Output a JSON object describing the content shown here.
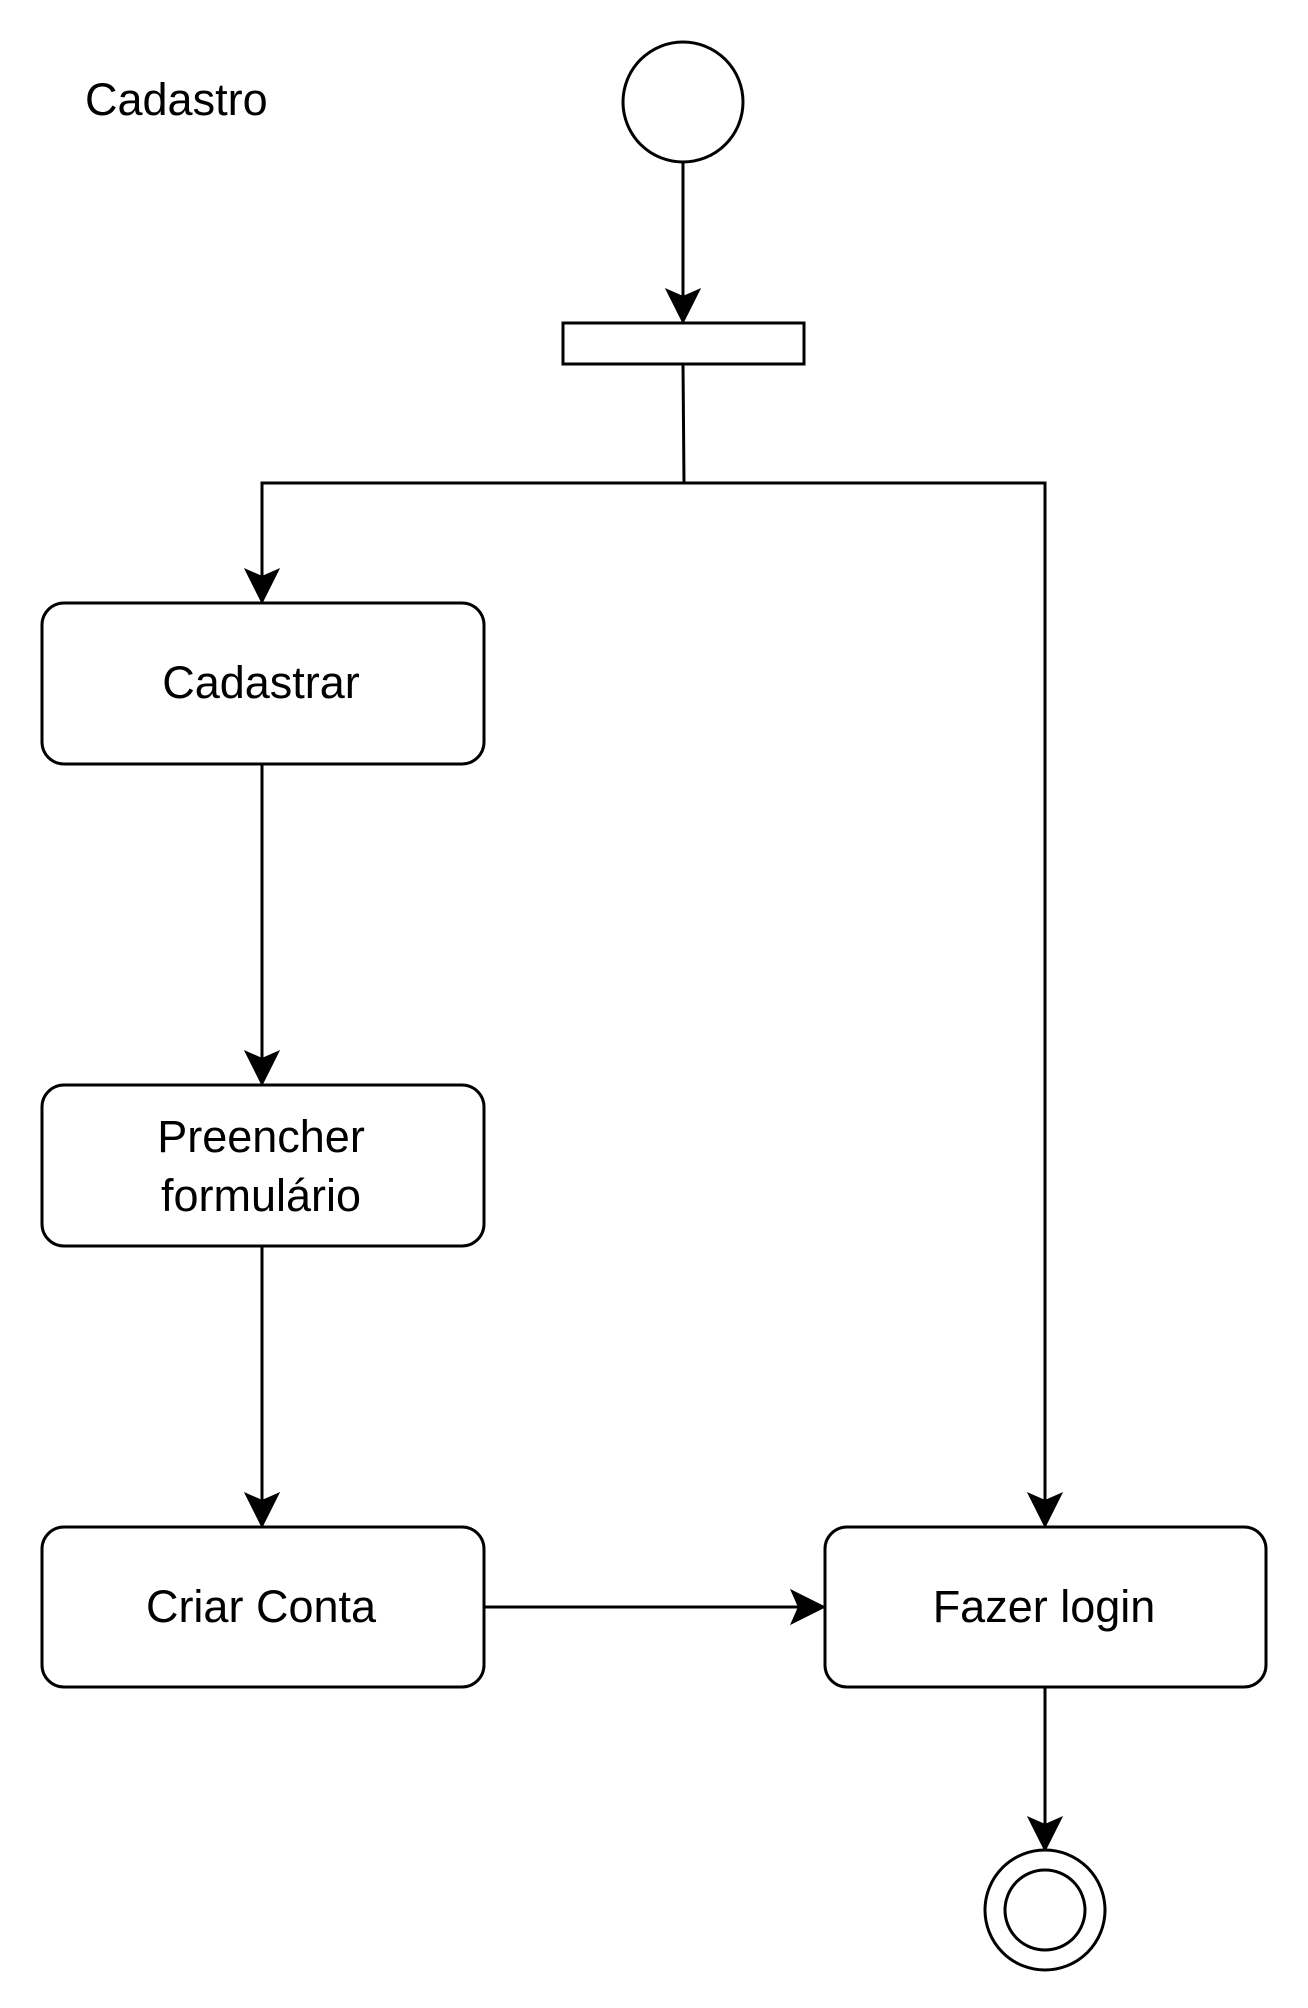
{
  "diagram": {
    "title": "Cadastro",
    "nodes": {
      "cadastrar": "Cadastrar",
      "preencher_line1": "Preencher",
      "preencher_line2": "formulário",
      "criar_conta": "Criar Conta",
      "fazer_login": "Fazer login"
    },
    "colors": {
      "stroke": "#000000",
      "fill": "#ffffff",
      "text": "#000000"
    }
  }
}
